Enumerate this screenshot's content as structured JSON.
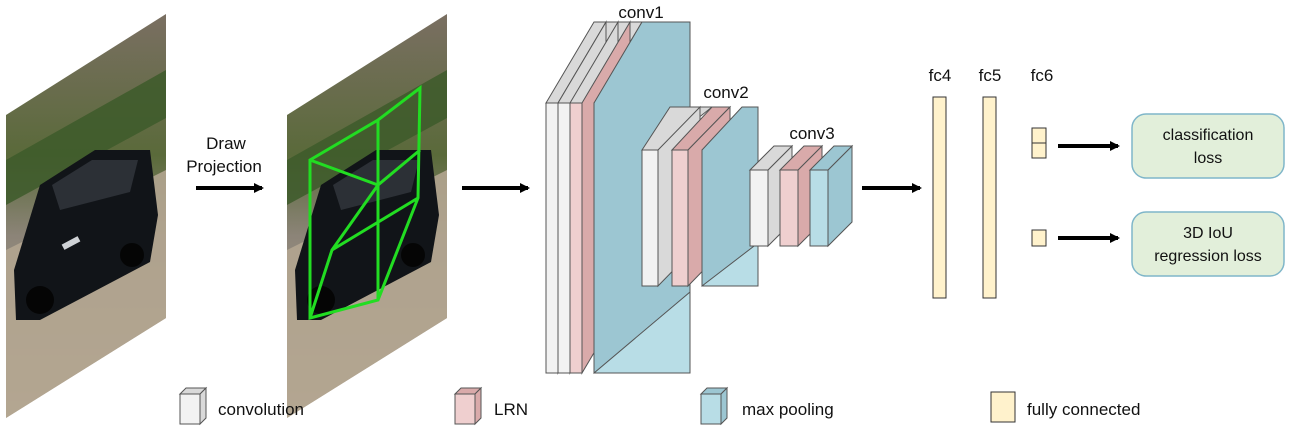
{
  "step": {
    "line1": "Draw",
    "line2": "Projection"
  },
  "layers": {
    "conv1": "conv1",
    "conv2": "conv2",
    "conv3": "conv3",
    "fc4": "fc4",
    "fc5": "fc5",
    "fc6": "fc6"
  },
  "outputs": {
    "cls_line1": "classification",
    "cls_line2": "loss",
    "reg_line1": "3D IoU",
    "reg_line2": "regression loss"
  },
  "legend": {
    "convolution": "convolution",
    "lrn": "LRN",
    "max_pooling": "max pooling",
    "fully_connected": "fully connected"
  },
  "colors": {
    "convolution_front": "#f2f2f2",
    "convolution_side": "#d9d9d9",
    "lrn_front": "#efcfcf",
    "lrn_side": "#d9aaaa",
    "pooling_front": "#b8dde6",
    "pooling_side": "#9cc6d2",
    "fc_front": "#fff2cc",
    "fc_side": "#e8d9a8",
    "loss_box": "#e2efda",
    "loss_border": "#7fb6c9",
    "projection_lines": "#22dd22"
  }
}
